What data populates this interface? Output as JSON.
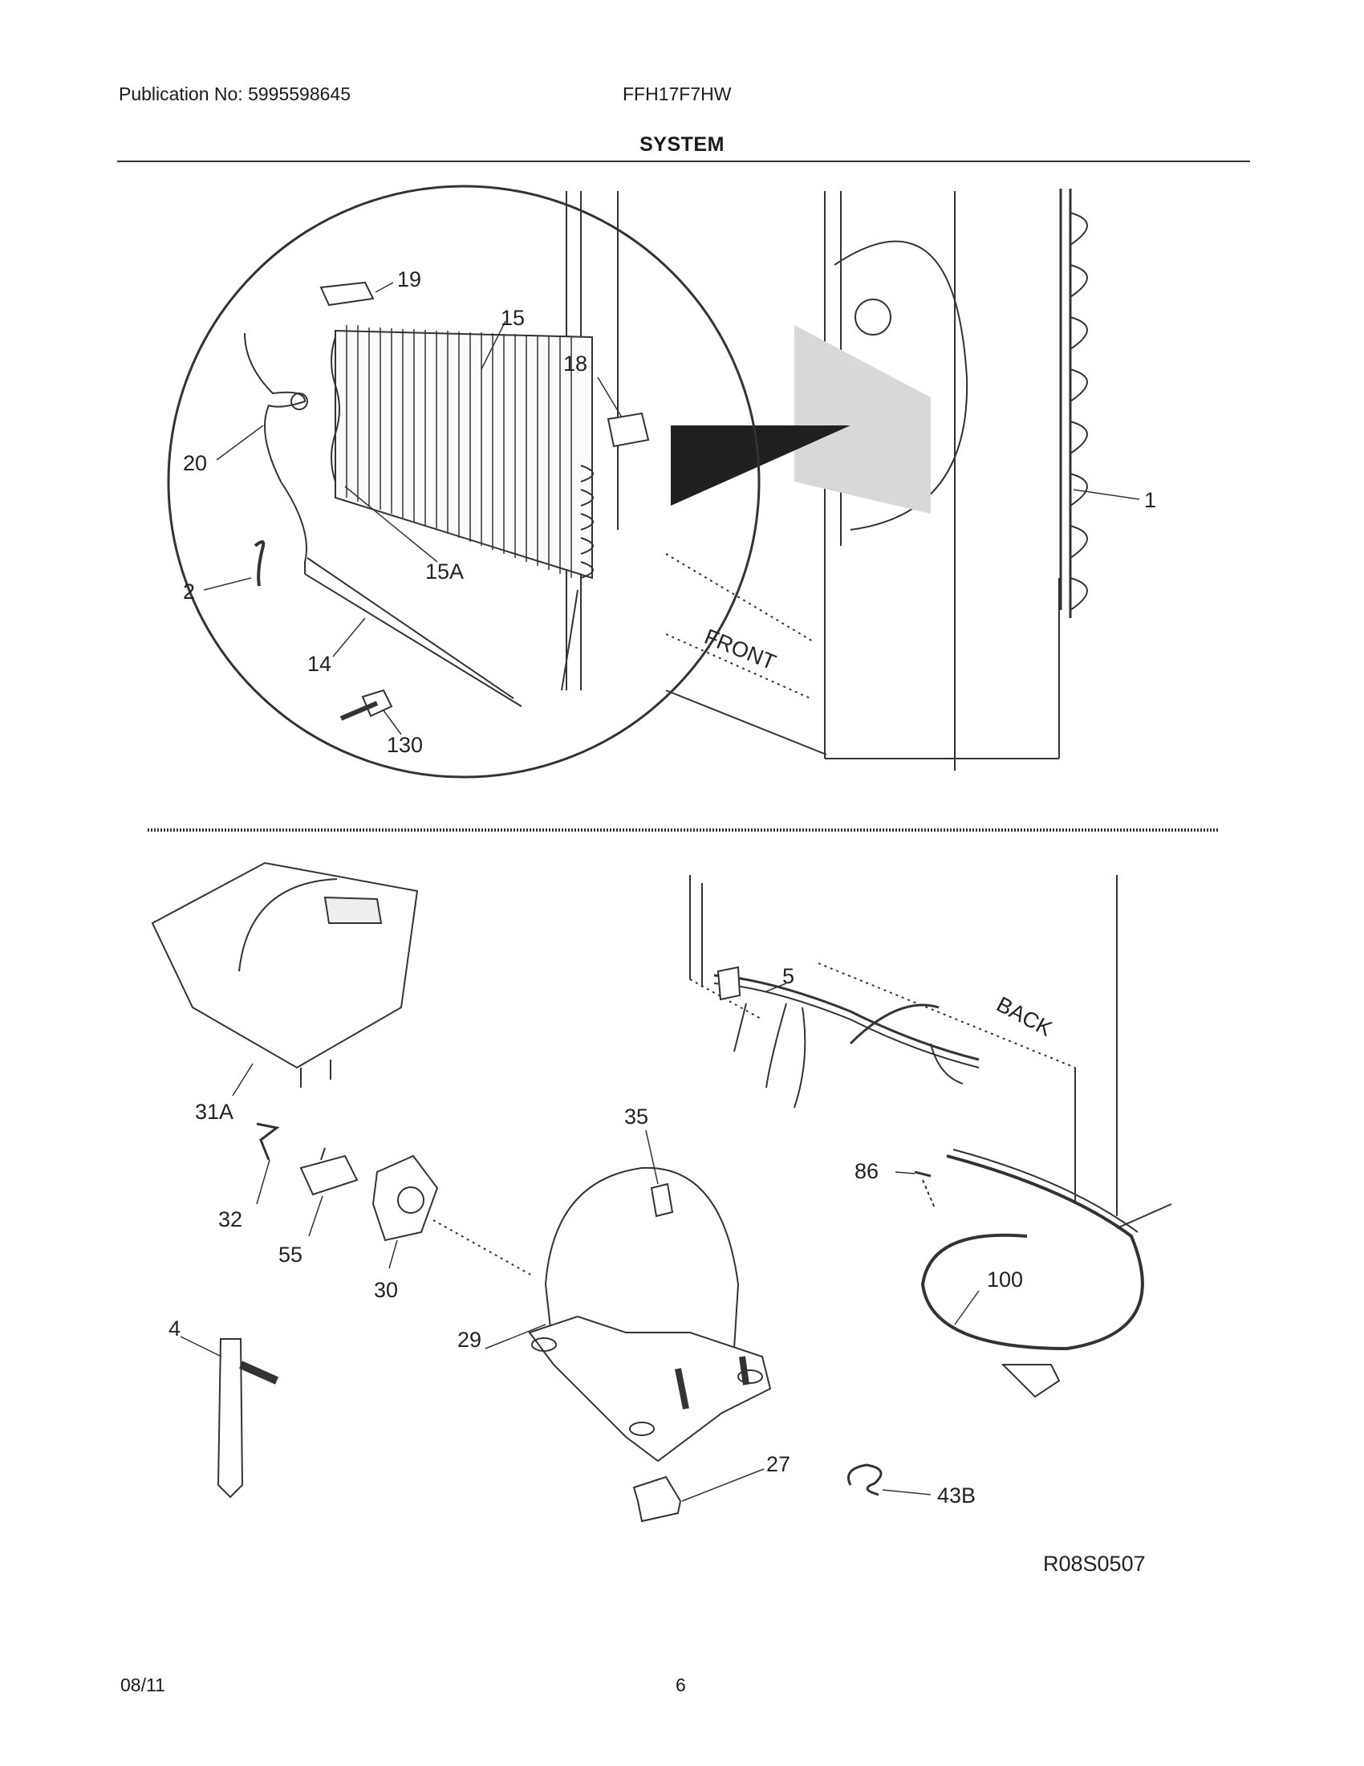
{
  "header": {
    "publication": "Publication No: 5995598645",
    "model": "FFH17F7HW",
    "section_title": "SYSTEM"
  },
  "diagram": {
    "labels": {
      "front": "FRONT",
      "back": "BACK",
      "drawing_id": "R08S0507"
    },
    "callouts": {
      "c19": "19",
      "c15": "15",
      "c18": "18",
      "c20": "20",
      "c15a": "15A",
      "c2": "2",
      "c14": "14",
      "c130": "130",
      "c1": "1",
      "c31a": "31A",
      "c5": "5",
      "c35": "35",
      "c86": "86",
      "c32": "32",
      "c55": "55",
      "c30": "30",
      "c100": "100",
      "c4": "4",
      "c29": "29",
      "c27": "27",
      "c43b": "43B"
    }
  },
  "footer": {
    "date": "08/11",
    "page": "6"
  }
}
